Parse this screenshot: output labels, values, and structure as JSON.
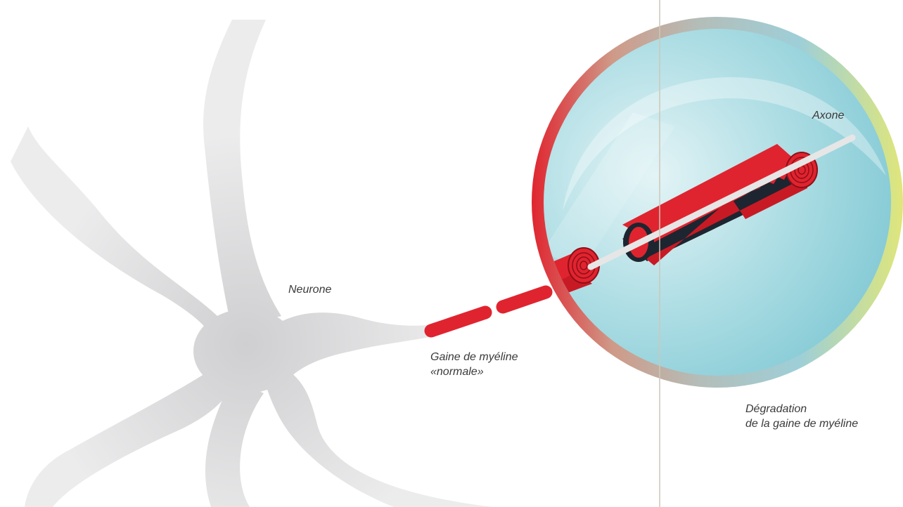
{
  "labels": {
    "neurone": "Neurone",
    "axone": "Axone",
    "gaine_normale_line1": "Gaine de myéline",
    "gaine_normale_line2": "«normale»",
    "degradation_line1": "Dégradation",
    "degradation_line2": "de la gaine de myéline"
  },
  "colors": {
    "neuron": "#dcdcdd",
    "myelin": "#e0242f",
    "myelin_dark": "#b5121d",
    "sheath_inner": "#1d2530",
    "axon": "#e6e6e6",
    "lens": "#93d3dc",
    "ring_left": "#e0242f",
    "ring_right": "#dfe67a",
    "divider": "#cdc7b7"
  }
}
